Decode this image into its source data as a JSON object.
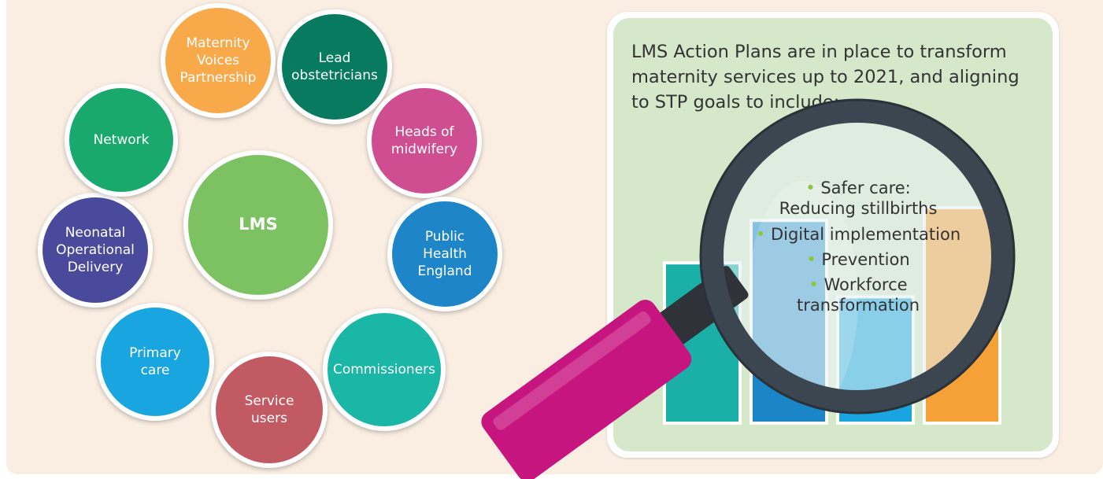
{
  "colors": {
    "background": "#faeee2",
    "panel": "#d5e8c9",
    "bullet": "#8cc63f"
  },
  "network": {
    "center": {
      "label": "LMS",
      "color": "#7dc262"
    },
    "nodes": [
      {
        "label": "Maternity\nVoices\nPartnership",
        "color": "#f8a94a"
      },
      {
        "label": "Lead\nobstetricians",
        "color": "#087a60"
      },
      {
        "label": "Heads of\nmidwifery",
        "color": "#cf4e91"
      },
      {
        "label": "Public\nHealth\nEngland",
        "color": "#1e86c8"
      },
      {
        "label": "Commissioners",
        "color": "#1ab6a6"
      },
      {
        "label": "Service\nusers",
        "color": "#c25a64"
      },
      {
        "label": "Primary\ncare",
        "color": "#19a6e0"
      },
      {
        "label": "Neonatal\nOperational\nDelivery",
        "color": "#4a4a9c"
      },
      {
        "label": "Network",
        "color": "#1aa96c"
      }
    ]
  },
  "panel": {
    "intro": "LMS Action Plans are in place to transform maternity services up to 2021, and aligning to STP goals to include:",
    "bullets": [
      "Safer care:\nReducing stillbirths",
      "Digital implementation",
      "Prevention",
      "Workforce\ntransformation"
    ],
    "bar_colors": [
      "#1ab0a8",
      "#1a86c8",
      "#19a6e0",
      "#f6a138"
    ],
    "bar_levels": [
      0.74,
      0.94,
      0.58,
      1.0
    ]
  },
  "magnifier": {
    "handle_color": "#c7157f",
    "rim_color": "#3c4650"
  }
}
